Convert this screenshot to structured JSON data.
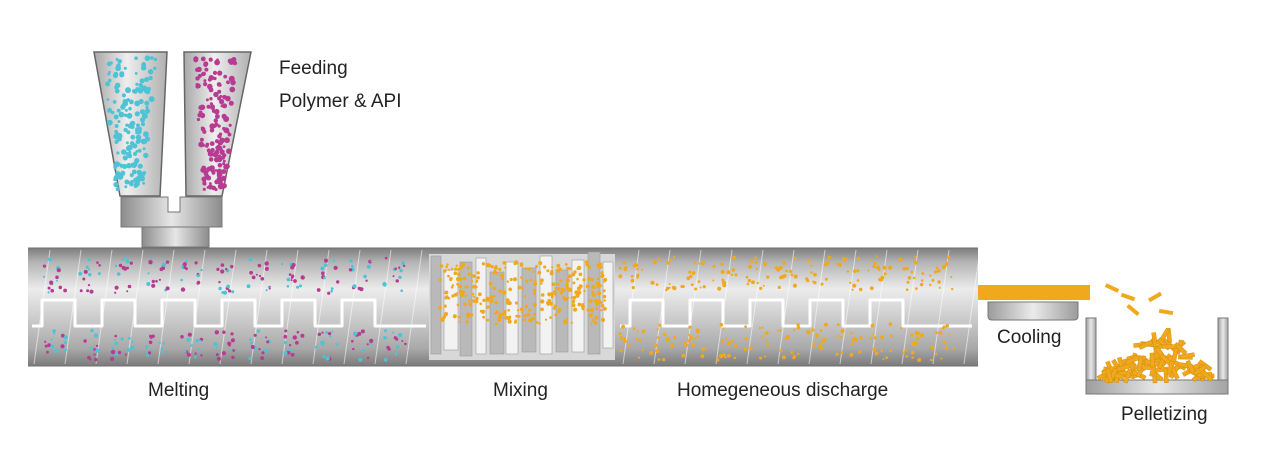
{
  "labels": {
    "feeding": "Feeding",
    "polymer_api": "Polymer & API",
    "melting": "Melting",
    "mixing": "Mixing",
    "homogeneous_discharge": "Homegeneous discharge",
    "cooling": "Cooling",
    "pelletizing": "Pelletizing"
  },
  "colors": {
    "polymer": "#4fc3d6",
    "api": "#b83b92",
    "melt": "#f0a91e",
    "barrel": "#9a9a9a",
    "label_text": "#222222"
  },
  "icons": {
    "hopper_left": "polymer-hopper-icon",
    "hopper_right": "api-hopper-icon",
    "screw": "screw-channel-icon",
    "mixer": "kneading-block-icon",
    "cooling_belt": "cooling-belt-icon",
    "pellet_bin": "pellet-bin-icon"
  }
}
